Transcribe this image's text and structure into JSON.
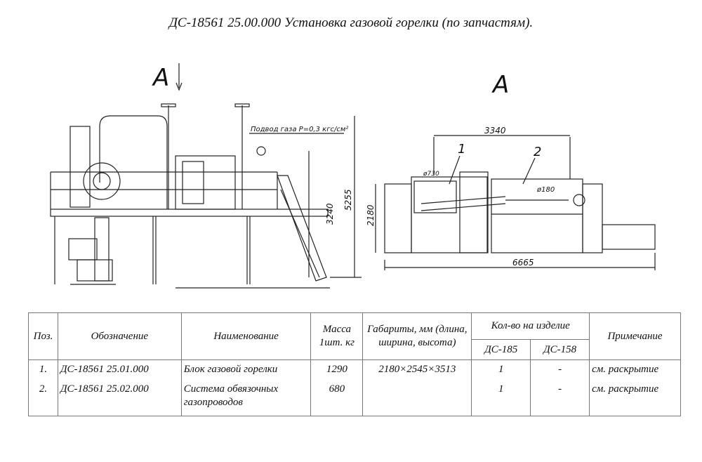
{
  "title": "ДС-18561 25.00.000  Установка газовой горелки  (по запчастям).",
  "drawing": {
    "view_marker_left": "А",
    "view_label_right": "А",
    "gas_note": "Подвод газа P=0,3 кгс/см²",
    "dim_5255": "5255",
    "dim_3240": "3240",
    "dim_3340": "3340",
    "dim_2180": "2180",
    "dim_6665": "6665",
    "dia_730": "ø730",
    "dia_180": "ø180",
    "callout_1": "1",
    "callout_2": "2"
  },
  "table": {
    "headers": {
      "pos": "Поз.",
      "designation": "Обозначение",
      "name": "Наименование",
      "mass": "Масса 1шт. кг",
      "dims": "Габариты, мм (длина, ширина, высота)",
      "qty": "Кол-во на изделие",
      "qty_a": "ДС-185",
      "qty_b": "ДС-158",
      "note": "Примечание"
    },
    "rows": [
      {
        "pos": "1.",
        "designation": "ДС-18561 25.01.000",
        "name": "Блок газовой горелки",
        "mass": "1290",
        "dims": "2180×2545×3513",
        "qty_a": "1",
        "qty_b": "-",
        "note": "см. раскрытие"
      },
      {
        "pos": "2.",
        "designation": "ДС-18561 25.02.000",
        "name": "Система обвязочных газопроводов",
        "mass": "680",
        "dims": "",
        "qty_a": "1",
        "qty_b": "-",
        "note": "см. раскрытие"
      }
    ]
  }
}
